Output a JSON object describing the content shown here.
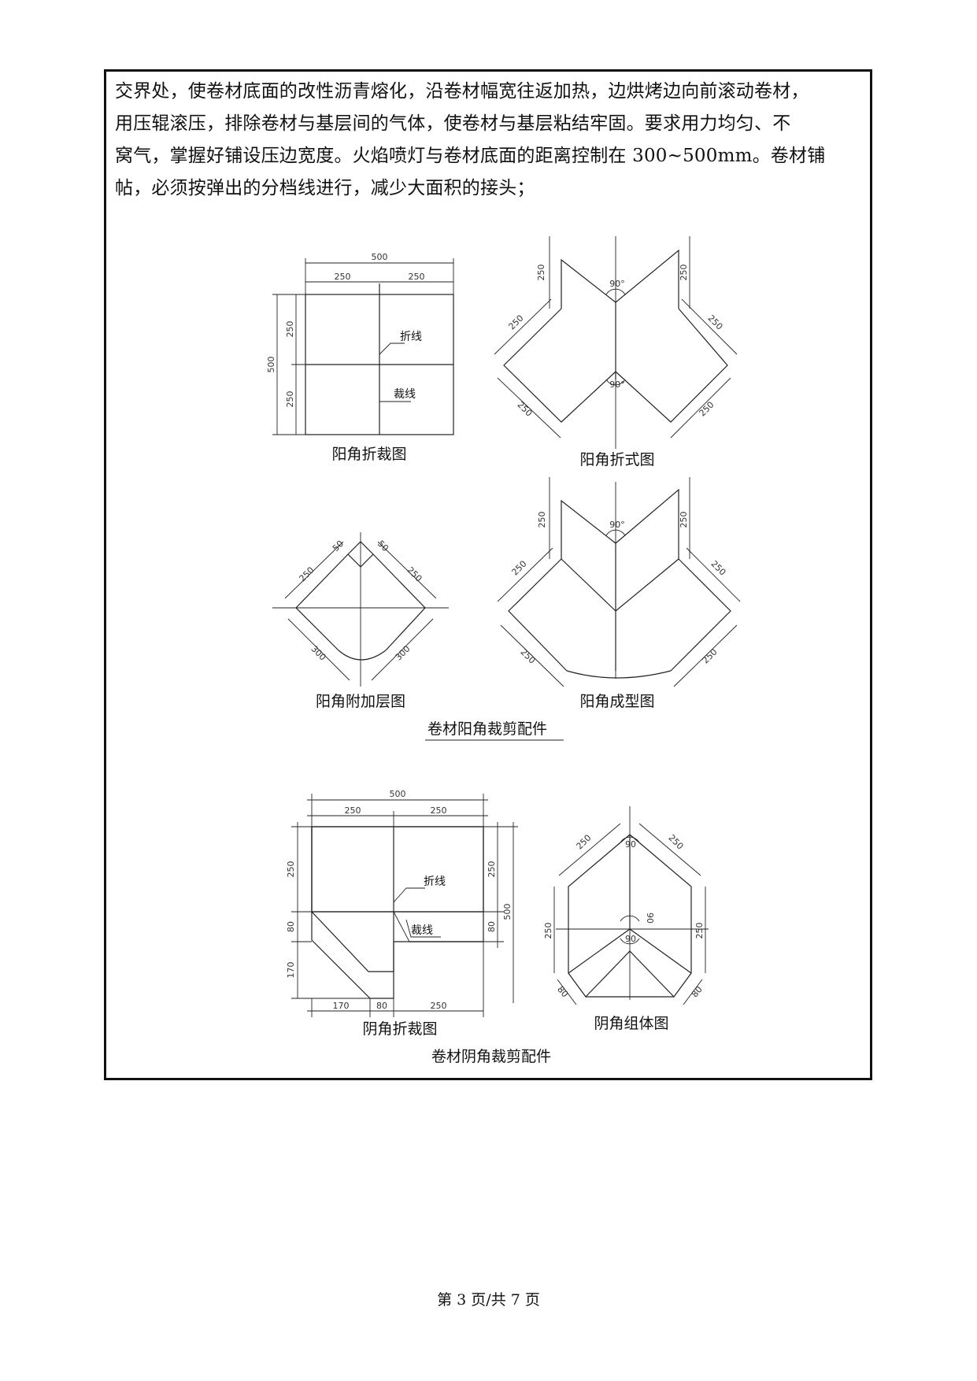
{
  "body_text": [
    "交界处，使卷材底面的改性沥青熔化，沿卷材幅宽往返加热，边烘烤边向前滚动卷材，",
    "用压辊滚压，排除卷材与基层间的气体，使卷材与基层粘结牢固。要求用力均匀、不",
    "窝气，掌握好铺设压边宽度。火焰喷灯与卷材底面的距离控制在 300~500mm。卷材铺",
    "帖，必须按弹出的分档线进行，减少大面积的接头；"
  ],
  "figures": {
    "fold_cut": {
      "caption": "阳角折裁图",
      "fold_label": "折线",
      "cut_label": "裁线",
      "dims": {
        "total_top": "500",
        "top_left": "250",
        "top_right": "250",
        "total_left": "500",
        "left_top": "250",
        "left_bottom": "250"
      }
    },
    "fold_form": {
      "caption": "阳角折式图",
      "angle_top": "90°",
      "angle_mid": "90°",
      "dims": {
        "left_vert": "250",
        "right_vert": "250",
        "left_up": "250",
        "right_up": "250",
        "left_low": "250",
        "right_low": "250"
      }
    },
    "extra_layer": {
      "caption": "阳角附加层图",
      "dims": {
        "small_left": "50",
        "small_right": "50",
        "left_up": "250",
        "right_up": "250",
        "left_low": "300",
        "right_low": "300"
      }
    },
    "formed": {
      "caption": "阳角成型图",
      "angle_top": "90°",
      "dims": {
        "left_vert": "250",
        "right_vert": "250",
        "left_up": "250",
        "right_up": "250",
        "left_low": "250",
        "right_low": "250"
      }
    },
    "outer_group_caption": "卷材阳角裁剪配件",
    "inner_fold_cut": {
      "caption": "阴角折裁图",
      "fold_label": "折线",
      "cut_label": "裁线",
      "dims": {
        "total_top": "500",
        "top_left": "250",
        "top_right": "250",
        "left_1": "250",
        "left_2": "80",
        "left_3": "170",
        "right_1": "250",
        "right_2": "80",
        "right_total": "500",
        "bottom_1": "170",
        "bottom_2": "80",
        "bottom_3": "250"
      }
    },
    "inner_assembly": {
      "caption": "阴角组体图",
      "angle_top": "90",
      "angle_mid": "90",
      "angle_low": "90",
      "dims": {
        "left_up": "250",
        "right_up": "250",
        "left_side": "250",
        "right_side": "250",
        "left_low": "80",
        "right_low": "80"
      }
    },
    "inner_group_caption": "卷材阴角裁剪配件"
  },
  "footer": {
    "text": "第 3 页/共 7 页"
  }
}
